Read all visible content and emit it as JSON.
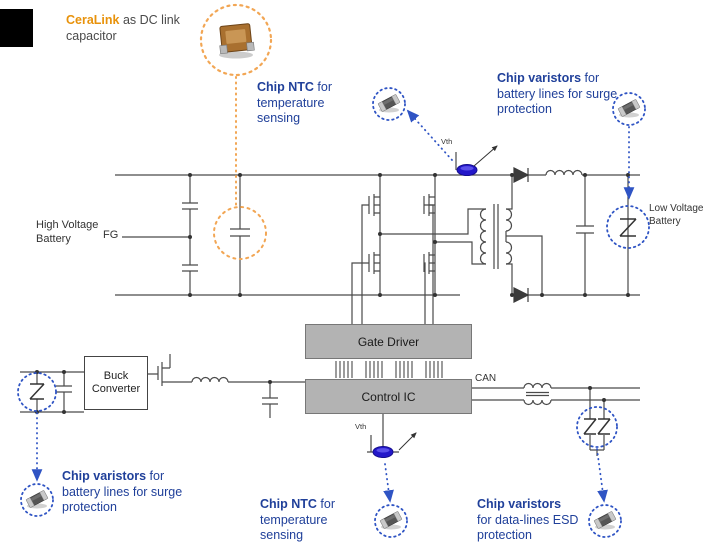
{
  "annotations": {
    "ceralink": {
      "bold": "CeraLink",
      "rest": " as DC link capacitor"
    },
    "ntc_top": {
      "bold": "Chip NTC",
      "rest": " for temperature sensing"
    },
    "varistors_top": {
      "bold": "Chip varistors",
      "rest": " for battery lines for surge protection"
    },
    "varistors_left": {
      "bold": "Chip varistors",
      "rest": " for battery lines for surge protection"
    },
    "ntc_bottom": {
      "bold": "Chip NTC",
      "rest": " for temperature sensing"
    },
    "varistors_right": {
      "bold": "Chip varistors",
      "rest": " for data-lines ESD protection"
    }
  },
  "labels": {
    "hv_battery": "High Voltage Battery",
    "lv_battery": "Low Voltage Battery",
    "fg": "FG",
    "can": "CAN",
    "vth": "Vth",
    "gate_driver": "Gate Driver",
    "control_ic": "Control IC",
    "buck_converter": "Buck Converter"
  },
  "icons": {
    "chip": "smd-chip-component",
    "ceralink": "ceralink-capacitor-photo",
    "varistor_symbol": "varistor-z-symbol",
    "ntc_component": "blue-ntc-thermistor"
  },
  "colors": {
    "orange_text": "#E8920B",
    "orange_callout": "#F2A654",
    "blue_text": "#20409A",
    "blue_callout": "#2F54C4",
    "ntc_blue": "#2317C9",
    "box_gray": "#B3B3B3",
    "wire": "#4a4a4a"
  }
}
